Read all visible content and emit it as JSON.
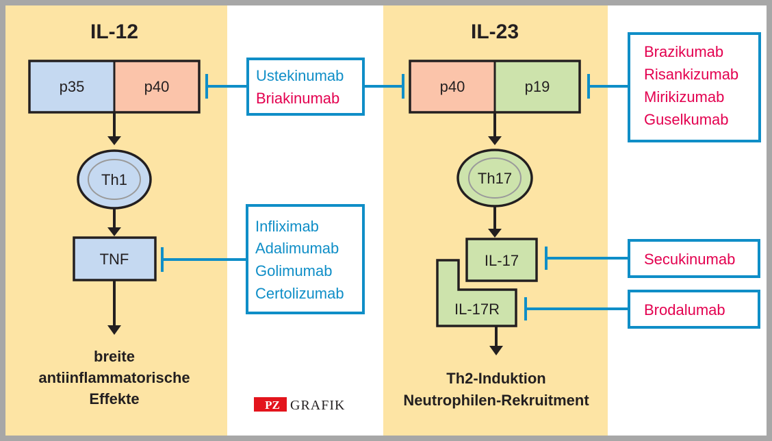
{
  "colors": {
    "panel_background": "#fde4a4",
    "page_background": "#ffffff",
    "border_gray": "#a7a7a7",
    "outline": "#231f20",
    "p35_fill": "#c5d9f1",
    "p40_fill": "#fbc4aa",
    "p19_fill": "#cde3ac",
    "th1_fill": "#c5d9f1",
    "th17_fill": "#cde3ac",
    "tnf_fill": "#c5d9f1",
    "il17_fill": "#cde3ac",
    "inhibitor_line": "#0f8ec7",
    "drug_blue": "#0f8ec7",
    "drug_red": "#e3004f",
    "logo_red": "#e3141c"
  },
  "il12": {
    "title": "IL-12",
    "subunits": [
      "p35",
      "p40"
    ],
    "cell": "Th1",
    "mediator": "TNF",
    "outcome": [
      "breite",
      "antiinflammatorische",
      "Effekte"
    ]
  },
  "il23": {
    "title": "IL-23",
    "subunits": [
      "p40",
      "p19"
    ],
    "cell": "Th17",
    "mediator": "IL-17",
    "receptor": "IL-17R",
    "outcome": [
      "Th2-Induktion",
      "Neutrophilen-Rekruitment"
    ]
  },
  "inhibitor_boxes": {
    "p40_inhibitors": [
      {
        "name": "Ustekinumab",
        "color": "blue"
      },
      {
        "name": "Briakinumab",
        "color": "red"
      }
    ],
    "tnf_inhibitors": [
      {
        "name": "Infliximab",
        "color": "blue"
      },
      {
        "name": "Adalimumab",
        "color": "blue"
      },
      {
        "name": "Golimumab",
        "color": "blue"
      },
      {
        "name": "Certolizumab",
        "color": "blue"
      }
    ],
    "p19_inhibitors": [
      {
        "name": "Brazikumab",
        "color": "red"
      },
      {
        "name": "Risankizumab",
        "color": "red"
      },
      {
        "name": "Mirikizumab",
        "color": "red"
      },
      {
        "name": "Guselkumab",
        "color": "red"
      }
    ],
    "il17_inhibitors": [
      {
        "name": "Secukinumab",
        "color": "red"
      }
    ],
    "il17r_inhibitors": [
      {
        "name": "Brodalumab",
        "color": "red"
      }
    ]
  },
  "logo": {
    "badge": "PZ",
    "text": "GRAFIK"
  }
}
